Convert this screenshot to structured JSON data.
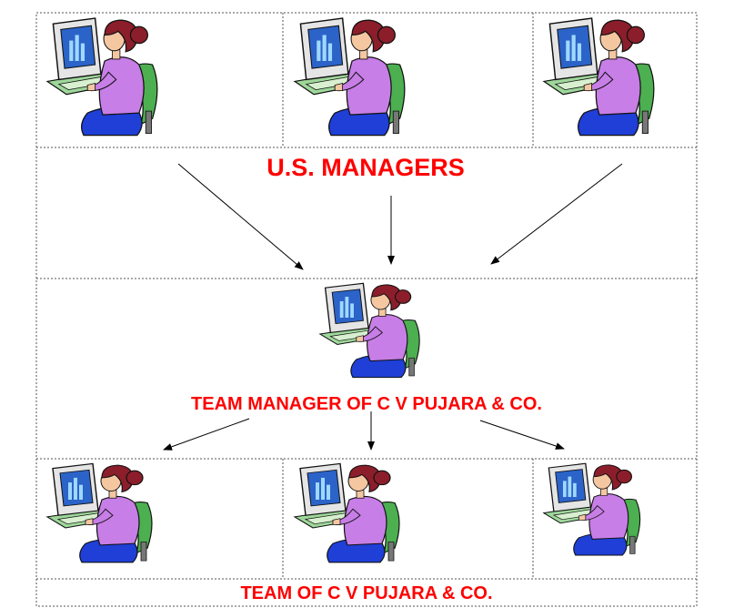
{
  "labels": {
    "us_managers": "U.S. MANAGERS",
    "team_manager": "TEAM MANAGER OF C V PUJARA & CO.",
    "team": "TEAM OF C V PUJARA & CO."
  },
  "colors": {
    "label_red": "#ff0000",
    "grid_line": "#555555",
    "arrow": "#000000"
  },
  "icons": {
    "worker": "woman-at-computer-icon"
  }
}
